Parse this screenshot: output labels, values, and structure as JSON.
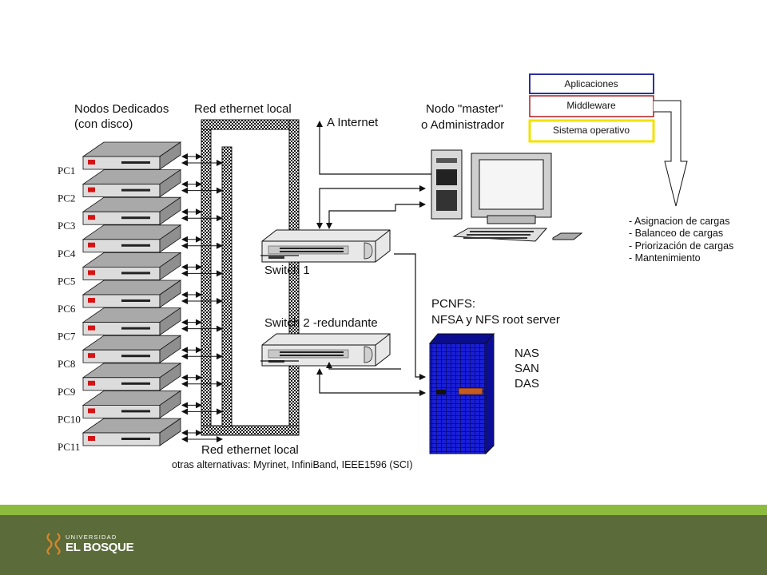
{
  "diagram": {
    "labels": {
      "nodos_title_1": "Nodos Dedicados",
      "nodos_title_2": "(con disco)",
      "red_top": "Red ethernet local",
      "internet": "A Internet",
      "master_1": "Nodo \"master\"",
      "master_2": "o Administrador",
      "switch1": "Switch 1",
      "switch2": "Switch 2 -redundante",
      "pcnfs_1": "PCNFS:",
      "pcnfs_2": "NFSA y NFS root server",
      "nas": "NAS",
      "san": "SAN",
      "das": "DAS",
      "red_bottom": "Red ethernet local",
      "alternativas": "otras alternativas: Myrinet, InfiniBand, IEEE1596 (SCI)"
    },
    "pcs": [
      "PC1",
      "PC2",
      "PC3",
      "PC4",
      "PC5",
      "PC6",
      "PC7",
      "PC8",
      "PC9",
      "PC10",
      "PC11"
    ],
    "layers": [
      {
        "label": "Aplicaciones",
        "color": "#2c2fa0"
      },
      {
        "label": "Middleware",
        "color": "#b31b1b"
      },
      {
        "label": "Sistema operativo",
        "color": "#f2e200"
      }
    ],
    "tasks": [
      "- Asignacion de cargas",
      "- Balanceo de cargas",
      "- Priorización de cargas",
      "- Mantenimiento"
    ]
  },
  "footer": {
    "university_small": "UNIVERSIDAD",
    "university_big": "EL BOSQUE",
    "bar_color": "#5b6b3a",
    "stripe_color": "#8dbb3f"
  }
}
